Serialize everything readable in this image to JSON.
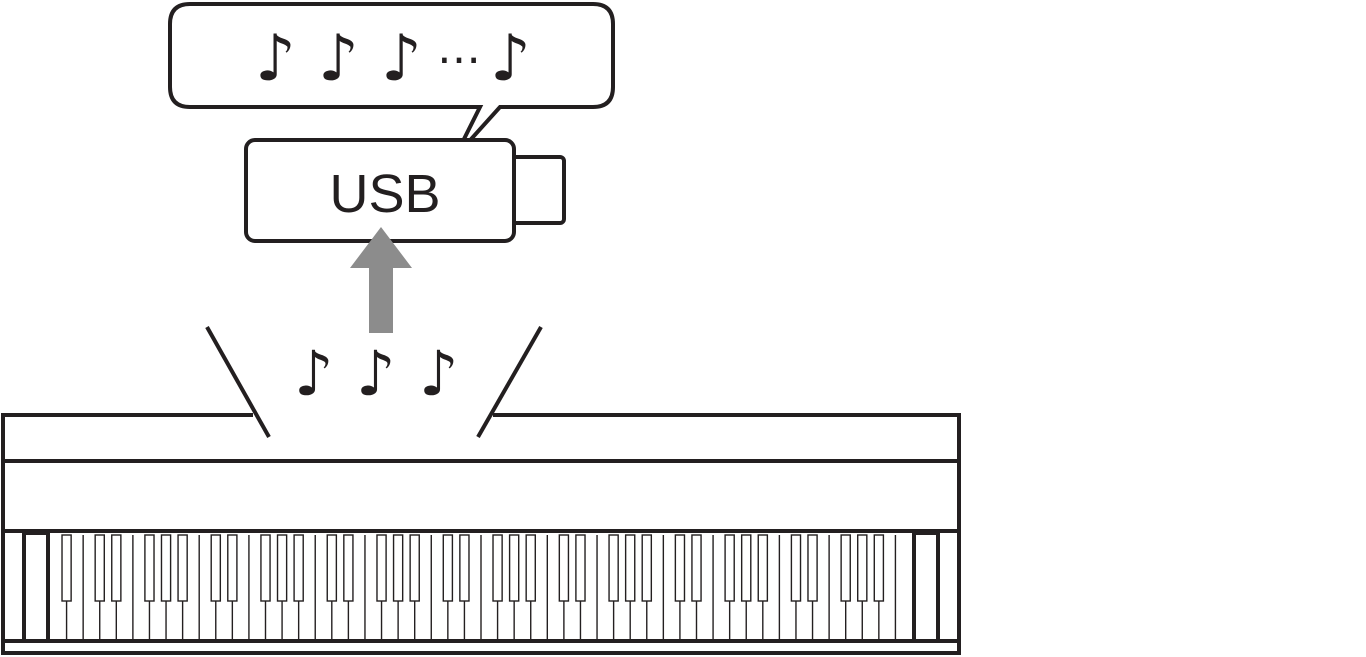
{
  "speech_bubble": {
    "notes": [
      "♪",
      "♪",
      "♪",
      "♪"
    ],
    "ellipsis": "…"
  },
  "usb_drive": {
    "label": "USB"
  },
  "arrow": {
    "color": "#8c8c8c",
    "direction": "up"
  },
  "sound_notes": [
    "♪",
    "♪",
    "♪"
  ],
  "piano": {
    "key_count": 88,
    "line_color": "#231f20"
  }
}
